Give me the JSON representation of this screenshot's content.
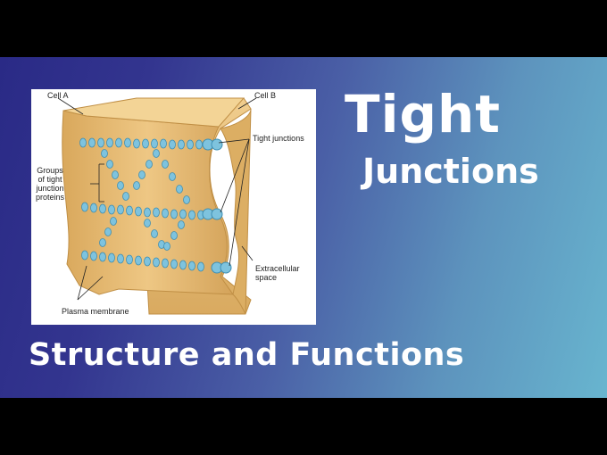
{
  "slide": {
    "title": "Tight",
    "title_line2": "Junctions",
    "subtitle": "Structure and Functions",
    "background_colors": [
      "#2a2a86",
      "#68b5cf"
    ]
  },
  "diagram": {
    "labels": {
      "cell_a": "Cell A",
      "cell_b": "Cell B",
      "tight_junctions": "Tight junctions",
      "groups_line1": "Groups",
      "groups_line2": "of tight",
      "groups_line3": "junction",
      "groups_line4": "proteins",
      "extracellular_line1": "Extracellular",
      "extracellular_line2": "space",
      "plasma_membrane": "Plasma membrane"
    },
    "colors": {
      "membrane": "#e8bd72",
      "membrane_dark": "#c99a4f",
      "protein": "#7ec3de",
      "protein_stroke": "#3f8fb3"
    }
  }
}
